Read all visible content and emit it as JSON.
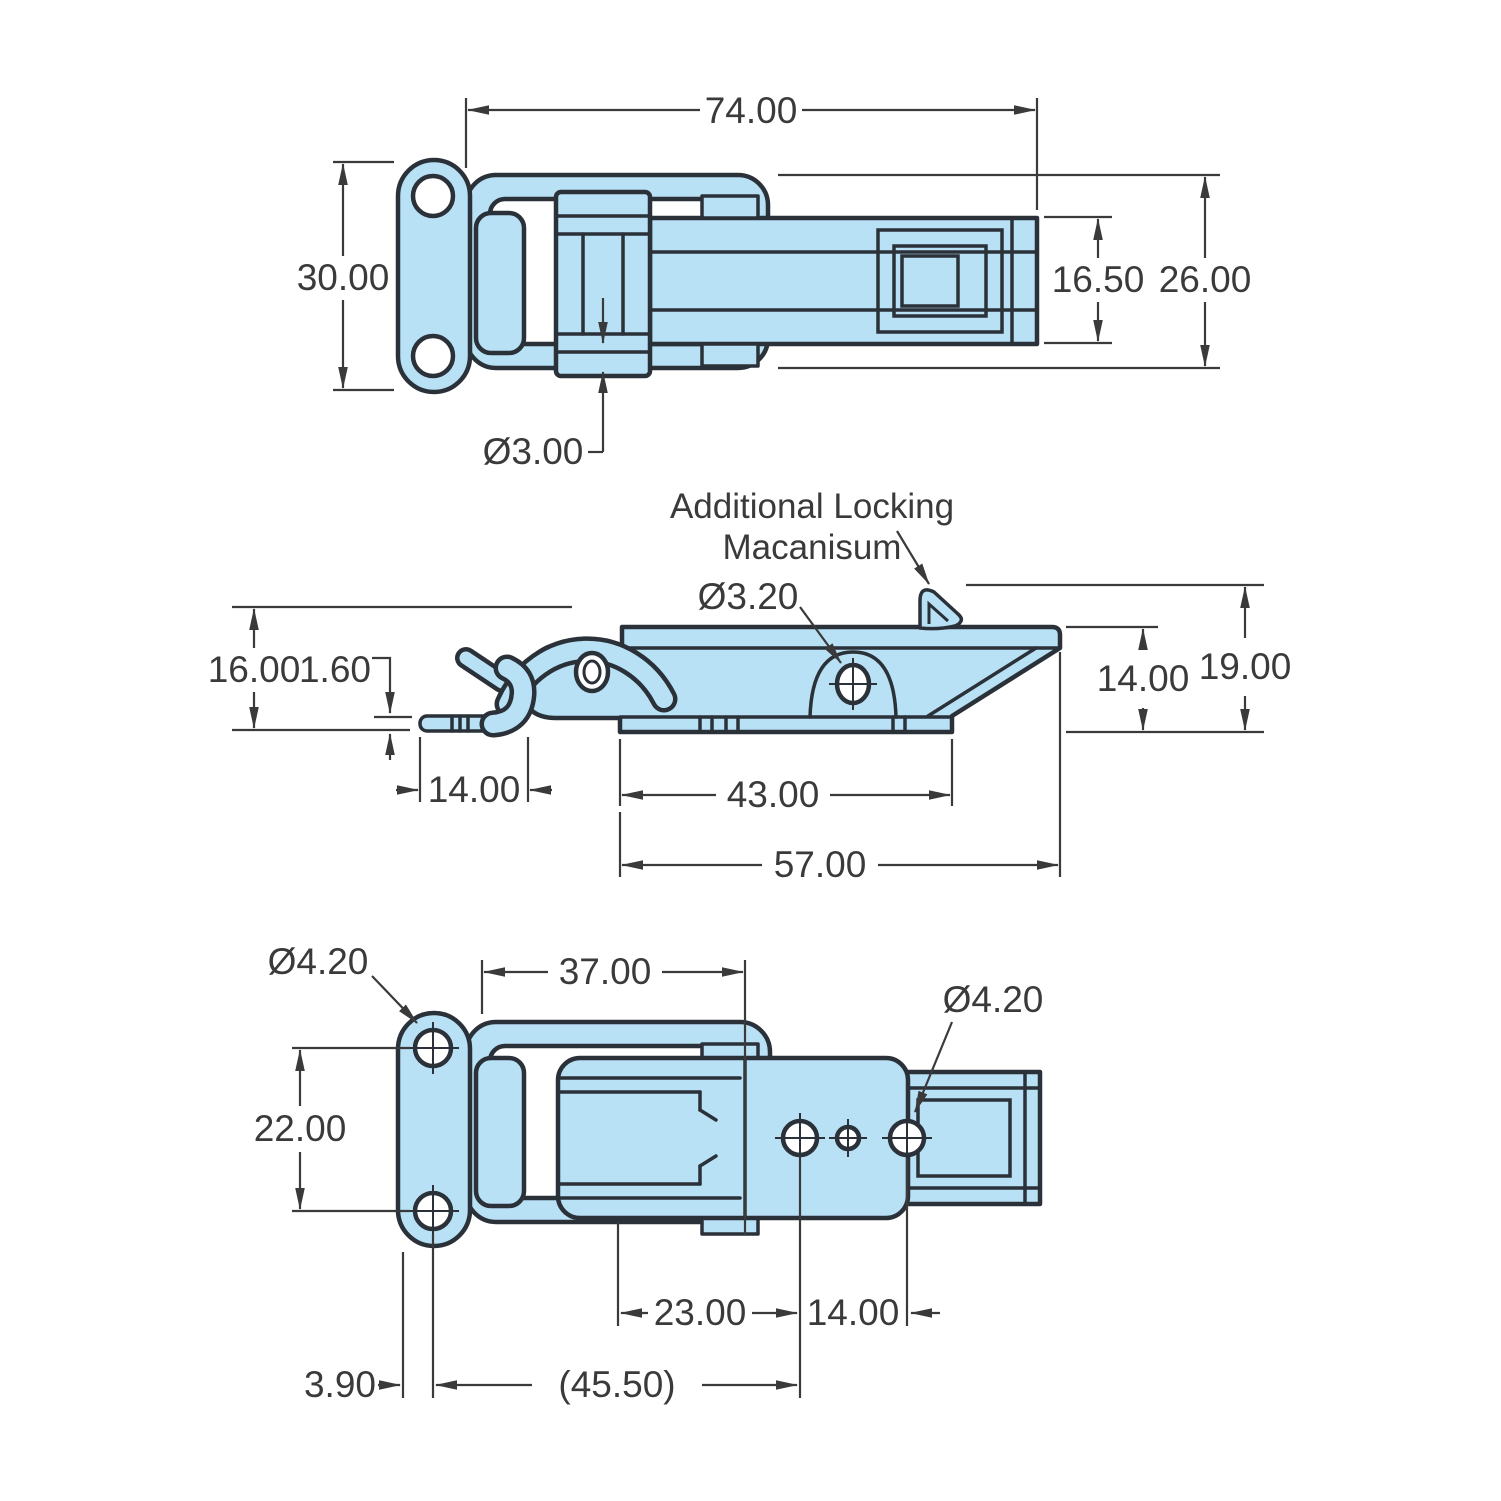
{
  "colors": {
    "background": "#ffffff",
    "part_fill": "#b9e1f5",
    "outline": "#2a3138",
    "dimension": "#3a3a3a"
  },
  "views": {
    "top": {
      "dims": {
        "overall_length": "74.00",
        "plate_height": "30.00",
        "lever_width": "16.50",
        "overall_width": "26.00",
        "wire_diameter": "Ø3.00"
      }
    },
    "side": {
      "annotation": {
        "line1": "Additional Locking",
        "line2": "Macanisum"
      },
      "dims": {
        "overall_height": "16.00",
        "plate_thickness": "1.60",
        "hook_plate_length": "14.00",
        "rivet_hole_diameter": "Ø3.20",
        "body_height": "14.00",
        "max_height": "19.00",
        "base_length": "43.00",
        "overall_length": "57.00"
      }
    },
    "bottom": {
      "dims": {
        "plate_hole_diameter": "Ø4.20",
        "loop_length": "37.00",
        "plate_hole_spacing": "22.00",
        "body_hole_diameter": "Ø4.20",
        "hole_spacing_inner": "23.00",
        "hole_spacing_outer": "14.00",
        "plate_edge_offset": "3.90",
        "reference_length": "(45.50)"
      }
    }
  }
}
